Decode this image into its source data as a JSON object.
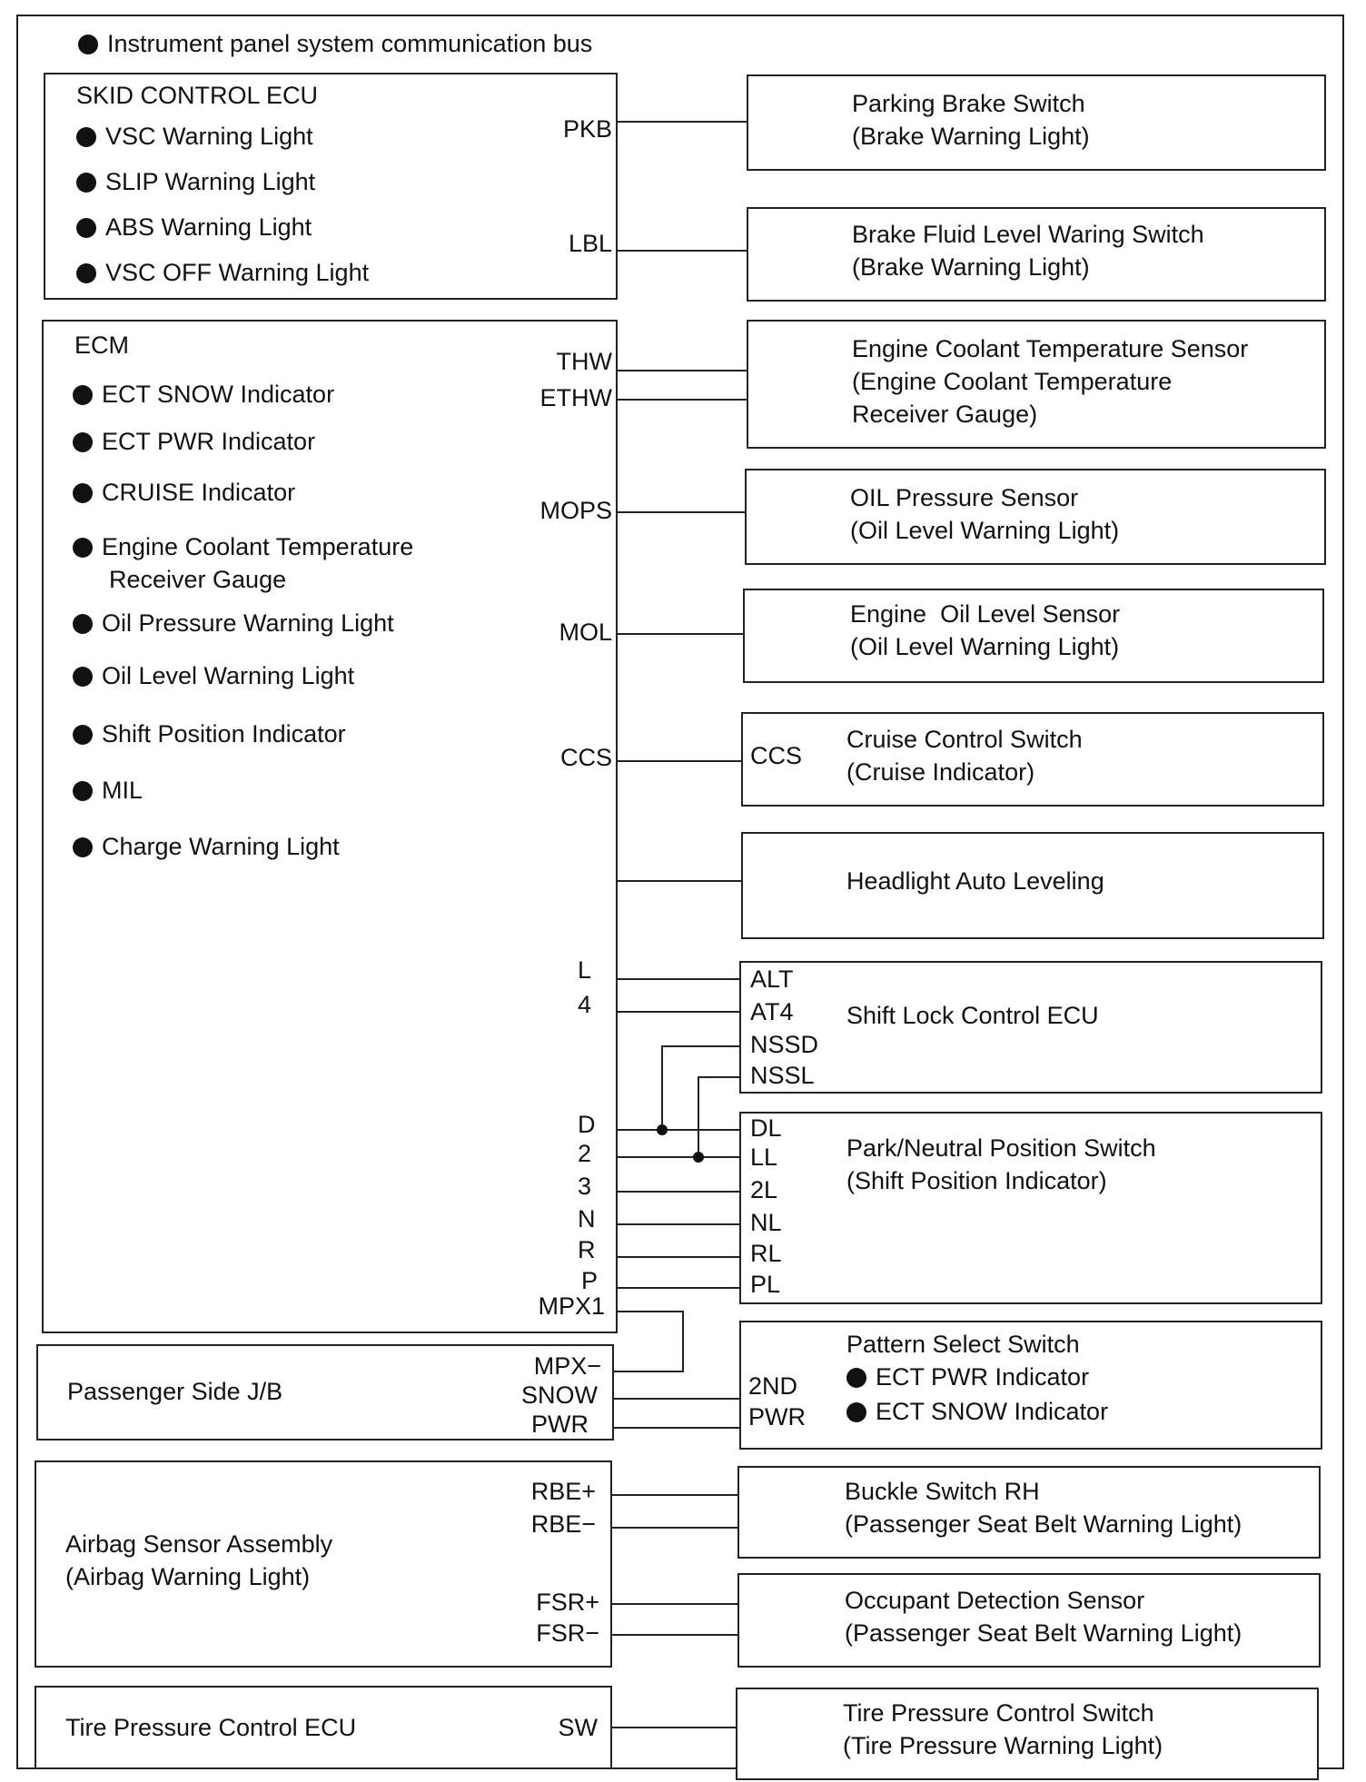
{
  "header": {
    "bus_note": "Instrument panel system communication bus"
  },
  "skid": {
    "title": "SKID CONTROL ECU",
    "items": [
      "VSC Warning Light",
      "SLIP Warning Light",
      "ABS Warning Light",
      "VSC OFF Warning Light"
    ],
    "pins": [
      "PKB",
      "LBL"
    ]
  },
  "ecm": {
    "title": "ECM",
    "items": [
      "ECT SNOW Indicator",
      "ECT PWR Indicator",
      "CRUISE Indicator",
      "Engine Coolant Temperature",
      "Receiver Gauge",
      "Oil Pressure Warning Light",
      "Oil Level Warning Light",
      "Shift Position Indicator",
      "MIL",
      "Charge Warning Light"
    ],
    "pins": [
      "THW",
      "ETHW",
      "MOPS",
      "MOL",
      "CCS",
      "L",
      "4",
      "D",
      "2",
      "3",
      "N",
      "R",
      "P",
      "MPX1"
    ]
  },
  "jb": {
    "title": "Passenger Side J/B",
    "pins": [
      "MPX−",
      "SNOW",
      "PWR"
    ]
  },
  "airbag": {
    "title_lines": [
      "Airbag Sensor Assembly",
      "(Airbag Warning Light)"
    ],
    "pins": [
      "RBE+",
      "RBE−",
      "FSR+",
      "FSR−"
    ]
  },
  "tire_ecu": {
    "title": "Tire Pressure Control ECU",
    "pins": [
      "SW"
    ]
  },
  "right": {
    "parking": {
      "lines": [
        "Parking Brake Switch",
        "(Brake Warning Light)"
      ]
    },
    "fluid": {
      "lines": [
        "Brake Fluid Level Waring Switch",
        "(Brake Warning Light)"
      ]
    },
    "coolant": {
      "lines": [
        "Engine Coolant Temperature Sensor",
        "(Engine Coolant Temperature",
        "Receiver Gauge)"
      ]
    },
    "oilp": {
      "lines": [
        "OIL Pressure Sensor",
        "(Oil Level Warning Light)"
      ]
    },
    "oill": {
      "lines": [
        "Engine  Oil Level Sensor",
        "(Oil Level Warning Light)"
      ]
    },
    "cruise": {
      "pin": "CCS",
      "lines": [
        "Cruise Control Switch",
        "(Cruise Indicator)"
      ]
    },
    "headlight": {
      "lines": [
        "Headlight Auto Leveling"
      ]
    },
    "shiftlock": {
      "title": "Shift Lock Control ECU",
      "pins": [
        "ALT",
        "AT4",
        "NSSD",
        "NSSL"
      ]
    },
    "park": {
      "lines": [
        "Park/Neutral Position Switch",
        "(Shift Position Indicator)"
      ],
      "pins": [
        "DL",
        "LL",
        "2L",
        "NL",
        "RL",
        "PL"
      ]
    },
    "pattern": {
      "title": "Pattern Select Switch",
      "items": [
        "ECT PWR Indicator",
        "ECT SNOW Indicator"
      ],
      "pins": [
        "2ND",
        "PWR"
      ]
    },
    "buckle": {
      "lines": [
        "Buckle Switch RH",
        "(Passenger Seat Belt Warning Light)"
      ]
    },
    "occupant": {
      "lines": [
        "Occupant Detection Sensor",
        "(Passenger Seat Belt Warning Light)"
      ]
    },
    "tire_sw": {
      "lines": [
        "Tire Pressure Control Switch",
        "(Tire Pressure Warning Light)"
      ]
    }
  }
}
